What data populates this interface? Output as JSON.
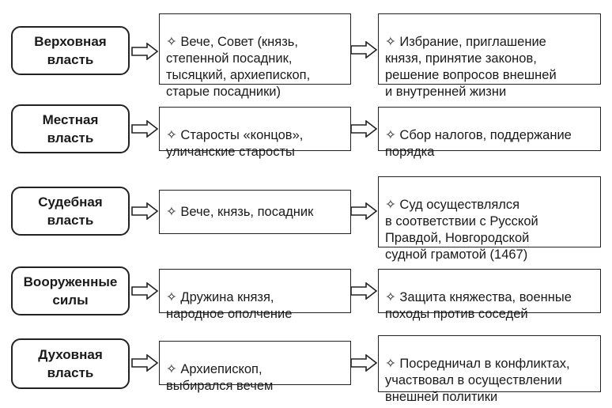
{
  "bullet": "✧",
  "rows": [
    {
      "branch": "Верховная\nвласть",
      "bodies": "Вече, Совет (князь,\nстепенной посадник,\nтысяцкий, архиепископ,\nстарые посадники)",
      "functions": "Избрание, приглашение\nкнязя, принятие законов,\nрешение вопросов внешней\nи внутренней жизни"
    },
    {
      "branch": "Местная\nвласть",
      "bodies": "Старосты «концов»,\nуличанские старосты",
      "functions": "Сбор налогов, поддержание\nпорядка"
    },
    {
      "branch": "Судебная\nвласть",
      "bodies": "Вече, князь, посадник",
      "functions": "Суд осуществлялся\nв соответствии с Русской\nПравдой, Новгородской\nсудной грамотой (1467)"
    },
    {
      "branch": "Вооруженные\nсилы",
      "bodies": "Дружина князя,\nнародное ополчение",
      "functions": "Защита княжества, военные\nпоходы против соседей"
    },
    {
      "branch": "Духовная\nвласть",
      "bodies": "Архиепископ,\nвыбирался вечем",
      "functions": "Посредничал в конфликтах,\nучаствовал в осуществлении\nвнешней политики"
    }
  ]
}
